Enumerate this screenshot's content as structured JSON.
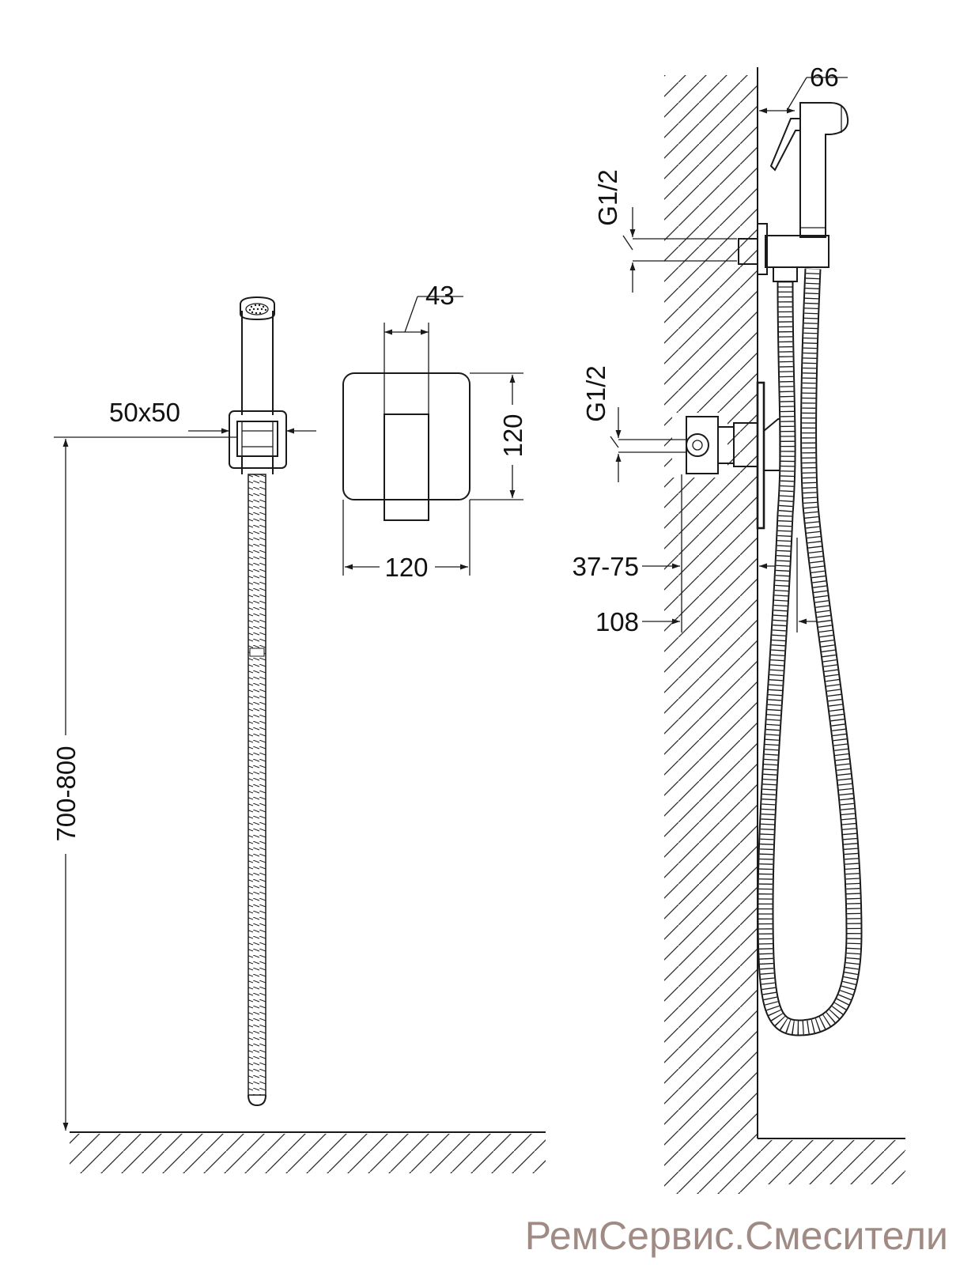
{
  "dimensions": {
    "height": "700-800",
    "holder": "50x50",
    "handle_width": "43",
    "plate_width": "120",
    "plate_height": "120",
    "thread_top": "G1/2",
    "thread_bottom": "G1/2",
    "projection_adjust": "37-75",
    "projection_total": "108",
    "spray_head": "66"
  },
  "watermark": "РемСервис.Смесители",
  "colors": {
    "lines": "#1a1a1a",
    "watermark": "#a08a84"
  }
}
